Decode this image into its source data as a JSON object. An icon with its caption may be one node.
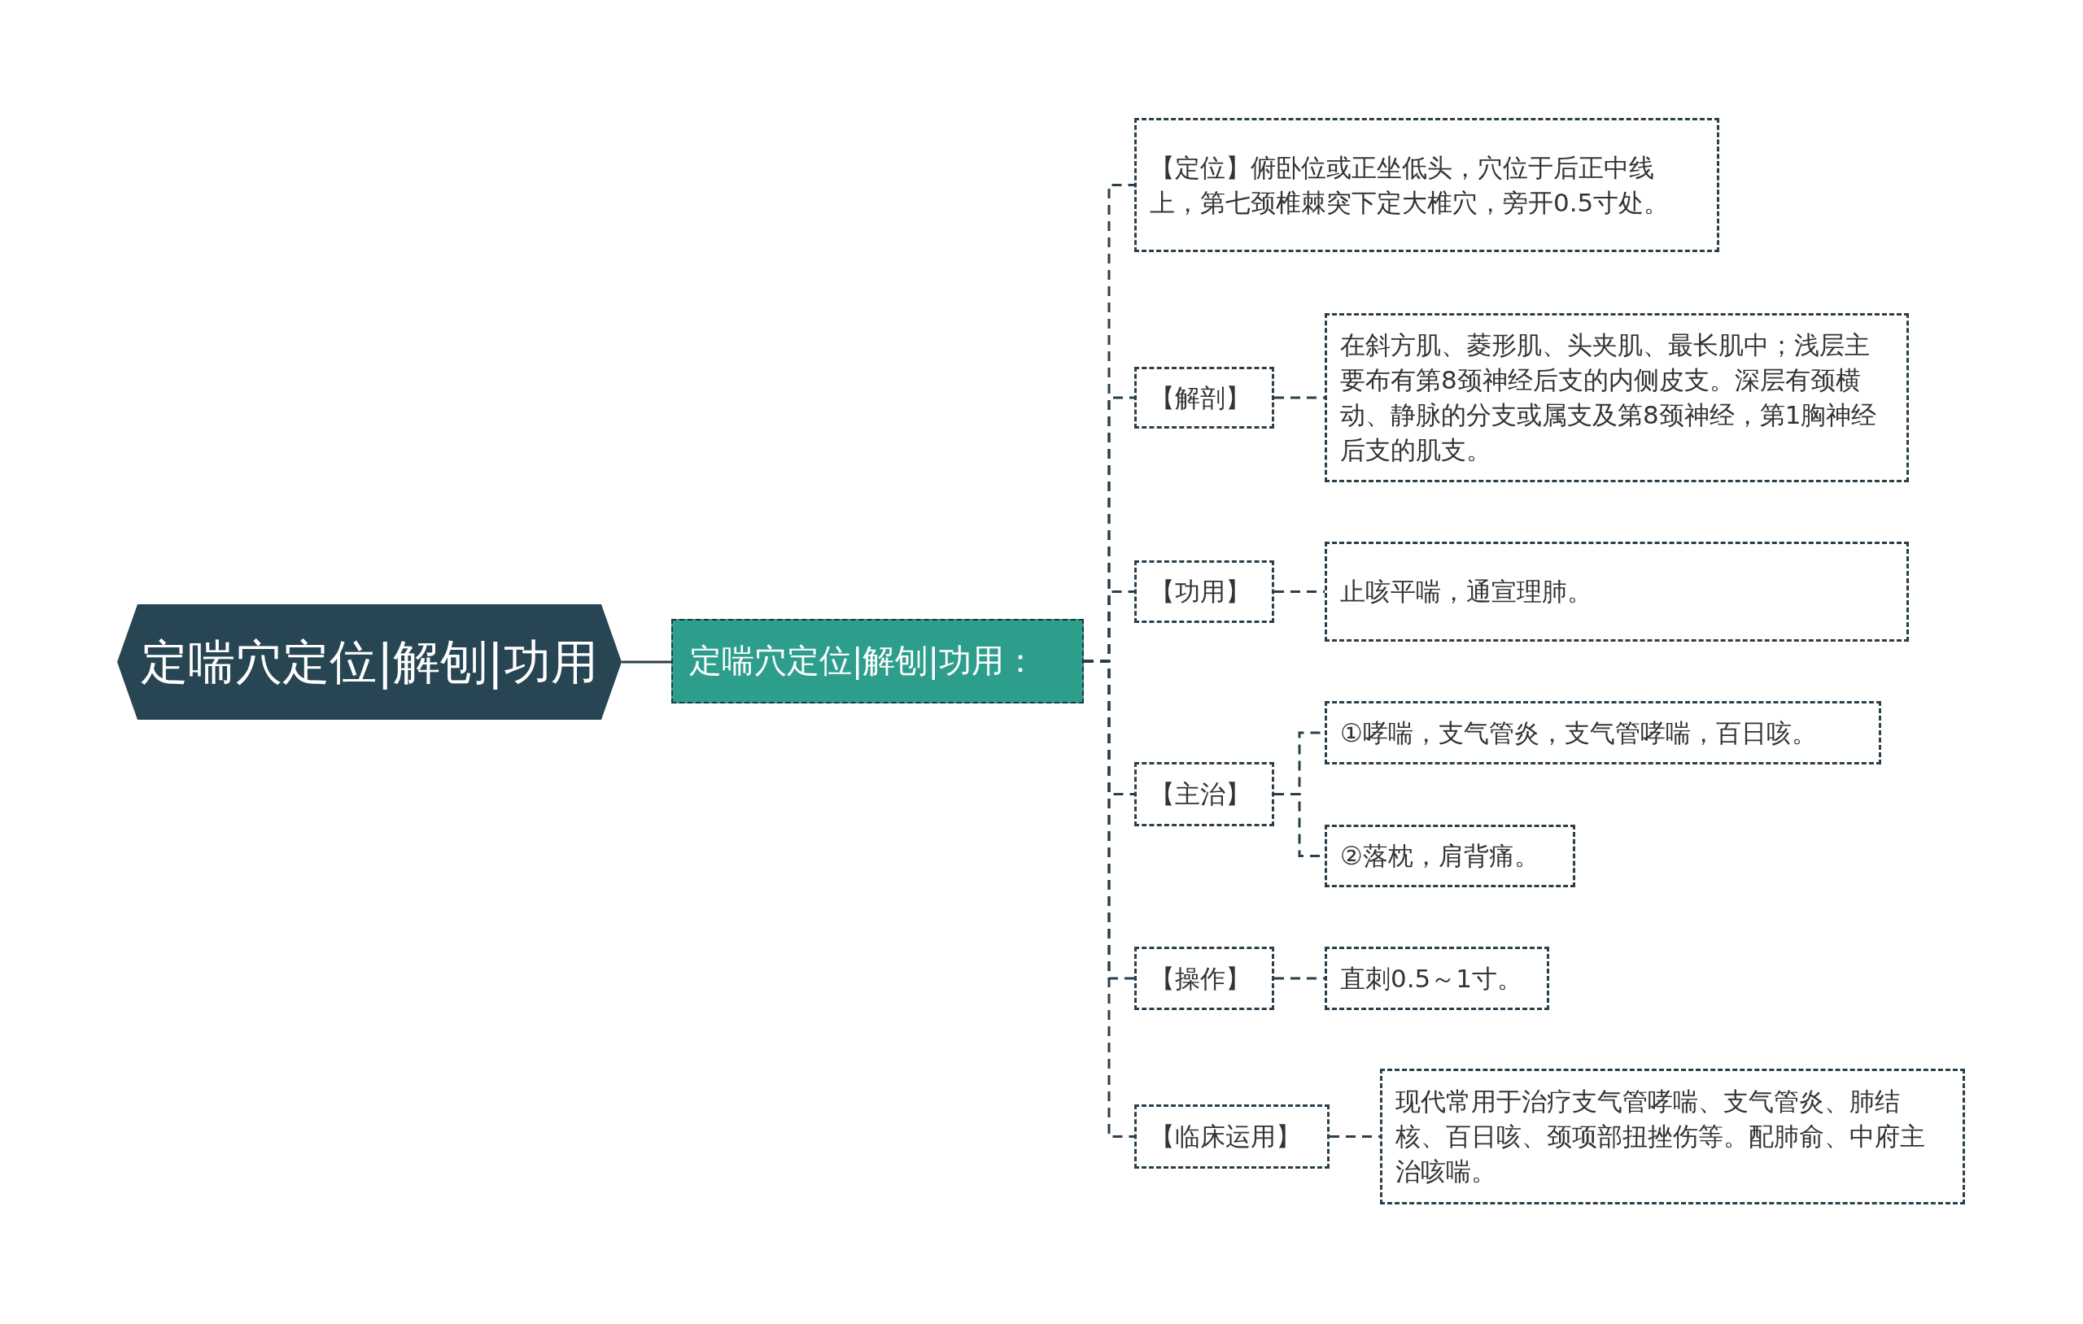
{
  "diagram": {
    "nodes": [
      {
        "text": [
          "定喘穴定位|解刨|功用"
        ]
      },
      {
        "text": [
          "定喘穴定位|解刨|功用："
        ]
      },
      {
        "text": [
          "【定位】俯卧位或正坐低头，穴位于后正中线上，第七颈椎棘突下定大椎穴，旁开0.5寸处。"
        ]
      },
      {
        "text": [
          "【解剖】"
        ]
      },
      {
        "text": [
          "在斜方肌、菱形肌、头夹肌、最长肌中；浅层主要布有第8颈神经后支的内侧皮支。深层有颈横动、静脉的分支或属支及第8颈神经，第1胸神经后支的肌支。"
        ]
      },
      {
        "text": [
          "【功用】"
        ]
      },
      {
        "text": [
          "止咳平喘，通宣理肺。"
        ]
      },
      {
        "text": [
          "【主治】"
        ]
      },
      {
        "text": [
          "①哮喘，支气管炎，支气管哮喘，百日咳。"
        ]
      },
      {
        "text": [
          "②落枕，肩背痛。"
        ]
      },
      {
        "text": [
          "【操作】"
        ]
      },
      {
        "text": [
          "直刺0.5～1寸。"
        ]
      },
      {
        "text": [
          "【临床运用】"
        ]
      },
      {
        "text": [
          "现代常用于治疗支气管哮喘、支气管炎、肺结核、百日咳、颈项部扭挫伤等。配肺俞、中府主治咳喘。"
        ]
      }
    ],
    "edges": [
      {
        "from": 0,
        "to": 1,
        "arrow": "none"
      },
      {
        "from": 1,
        "to": 2,
        "arrow": "none",
        "style": "dashed"
      },
      {
        "from": 1,
        "to": 3,
        "arrow": "none",
        "style": "dashed"
      },
      {
        "from": 1,
        "to": 5,
        "arrow": "none",
        "style": "dashed"
      },
      {
        "from": 1,
        "to": 7,
        "arrow": "none",
        "style": "dashed"
      },
      {
        "from": 1,
        "to": 10,
        "arrow": "none",
        "style": "dashed"
      },
      {
        "from": 1,
        "to": 12,
        "arrow": "none",
        "style": "dashed"
      },
      {
        "from": 3,
        "to": 4,
        "arrow": "none",
        "style": "dashed"
      },
      {
        "from": 5,
        "to": 6,
        "arrow": "none",
        "style": "dashed"
      },
      {
        "from": 7,
        "to": 8,
        "arrow": "none",
        "style": "dashed"
      },
      {
        "from": 7,
        "to": 9,
        "arrow": "none",
        "style": "dashed"
      },
      {
        "from": 10,
        "to": 11,
        "arrow": "none",
        "style": "dashed"
      },
      {
        "from": 12,
        "to": 13,
        "arrow": "none",
        "style": "dashed"
      }
    ]
  }
}
